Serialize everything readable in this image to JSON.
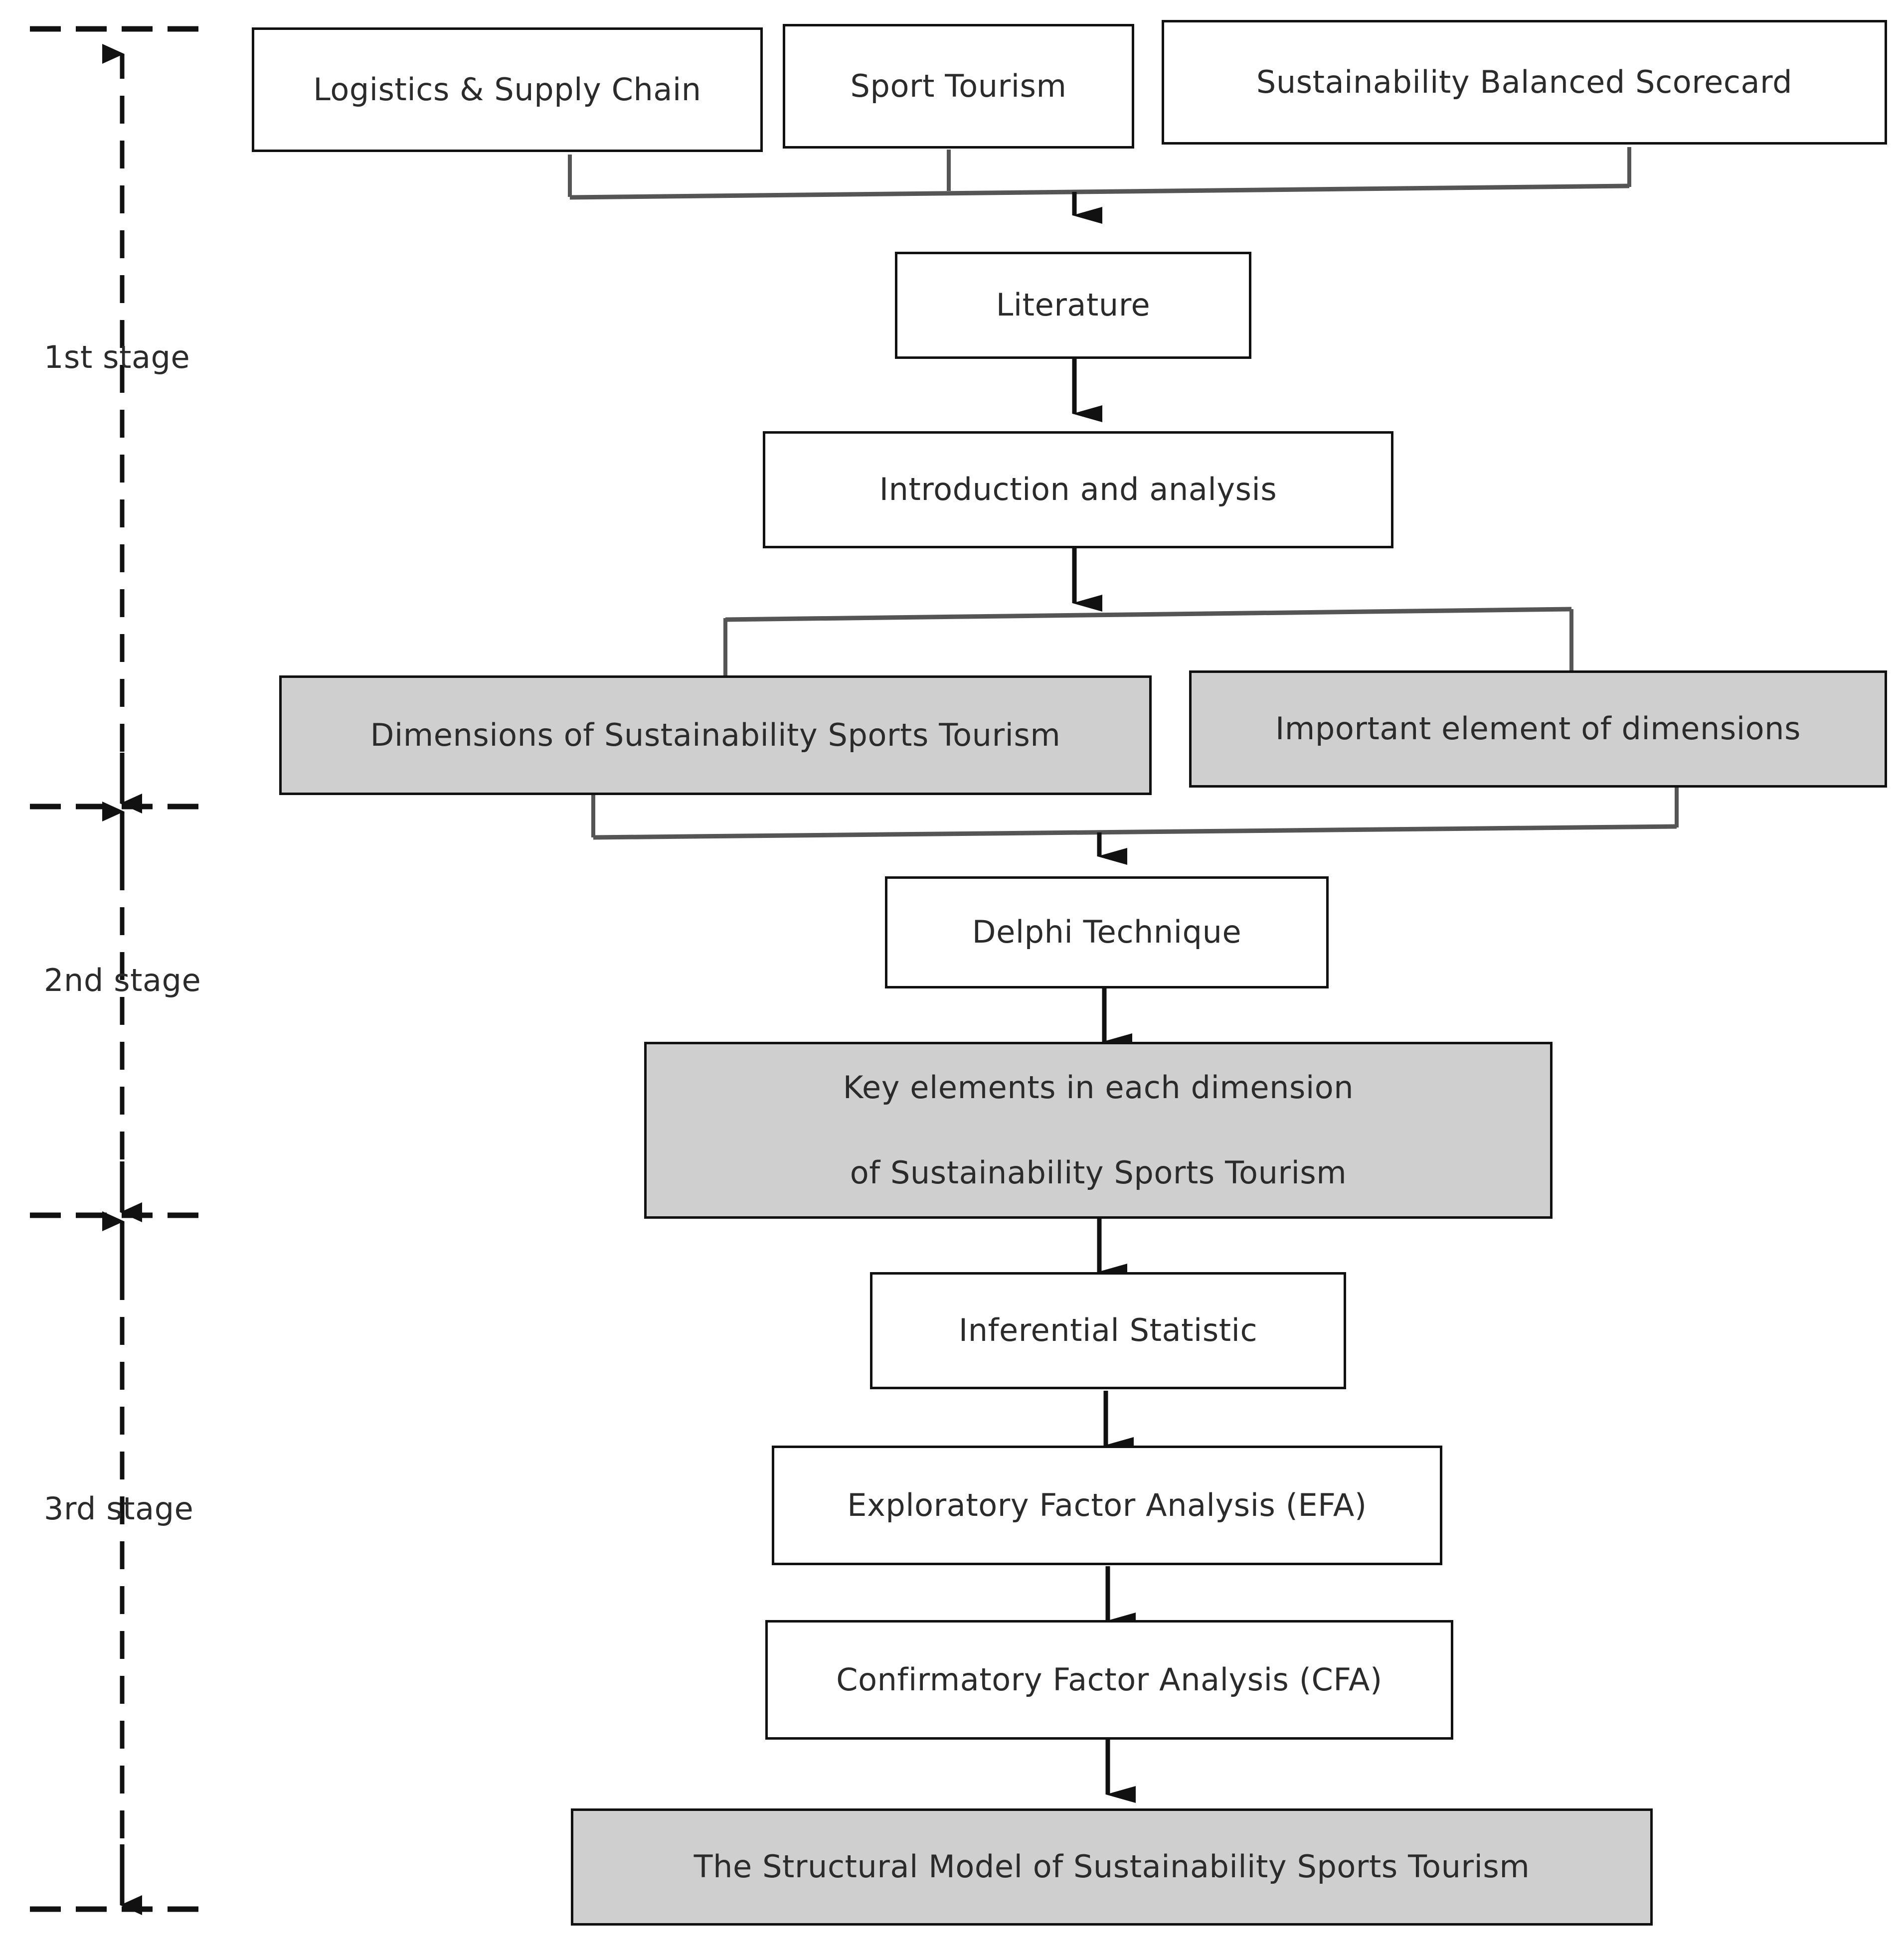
{
  "diagram": {
    "title": "Research framework flowchart",
    "colors": {
      "shaded_fill": "#cfcfcf",
      "plain_fill": "#ffffff",
      "stroke": "#111111",
      "text": "#2b2b2b",
      "connector": "#3b3b3b"
    },
    "stages": [
      {
        "id": "stage-1",
        "label": "1st stage"
      },
      {
        "id": "stage-2",
        "label": "2nd stage"
      },
      {
        "id": "stage-3",
        "label": "3rd stage"
      }
    ],
    "nodes": [
      {
        "id": "logistics-supply-chain",
        "label": "Logistics & Supply Chain",
        "shaded": false
      },
      {
        "id": "sport-tourism",
        "label": "Sport Tourism",
        "shaded": false
      },
      {
        "id": "sustainability-balanced-scorecard",
        "label": "Sustainability Balanced Scorecard",
        "shaded": false
      },
      {
        "id": "literature",
        "label": "Literature",
        "shaded": false
      },
      {
        "id": "introduction-and-analysis",
        "label": "Introduction and analysis",
        "shaded": false
      },
      {
        "id": "dimensions-of-sustainability-sports-tourism",
        "label": "Dimensions of Sustainability Sports Tourism",
        "shaded": true
      },
      {
        "id": "important-element-of-dimensions",
        "label": "Important element of dimensions",
        "shaded": true
      },
      {
        "id": "delphi-technique",
        "label": "Delphi Technique",
        "shaded": false
      },
      {
        "id": "key-elements-line1",
        "label": "Key elements in each dimension",
        "shaded": true
      },
      {
        "id": "key-elements-line2",
        "label": "of Sustainability Sports Tourism",
        "shaded": true
      },
      {
        "id": "inferential-statistic",
        "label": "Inferential Statistic",
        "shaded": false
      },
      {
        "id": "exploratory-factor-analysis",
        "label": "Exploratory Factor Analysis (EFA)",
        "shaded": false
      },
      {
        "id": "confirmatory-factor-analysis",
        "label": "Confirmatory Factor Analysis (CFA)",
        "shaded": false
      },
      {
        "id": "structural-model",
        "label": "The Structural Model of Sustainability Sports Tourism",
        "shaded": true
      }
    ]
  }
}
